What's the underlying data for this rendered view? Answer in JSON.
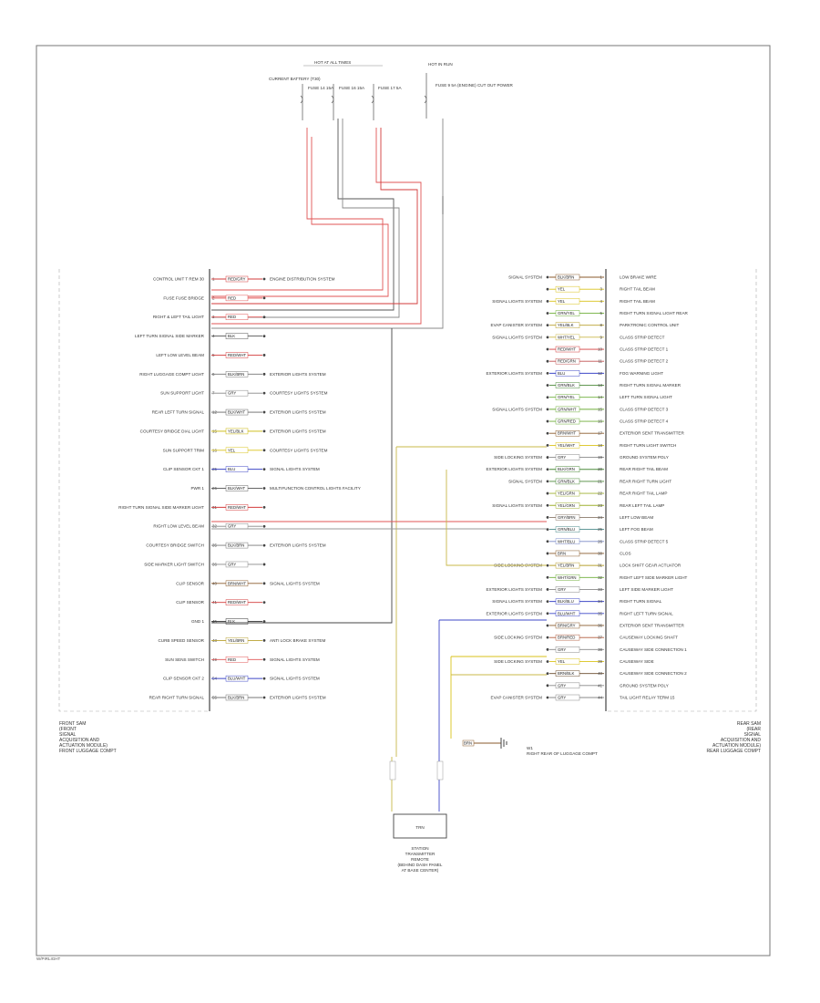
{
  "page_label": "W/PIRLIGHT",
  "fuse_block": {
    "title": "HOT AT ALL TIMES",
    "battery_label": "CURRENT BATTERY (T30)",
    "fuses": [
      {
        "id": "F14",
        "label": "FUSE 14 15A"
      },
      {
        "id": "F16",
        "label": "FUSE 16 15A"
      },
      {
        "id": "F17",
        "label": "FUSE 17 5A"
      }
    ],
    "hot_run": {
      "title": "HOT IN RUN",
      "fuse": "FUSE 9 5A (ENGINE) CUT OUT POWER"
    }
  },
  "left_module": {
    "name": "FRONT SAM",
    "footer": [
      "FRONT SAM",
      "(FRONT",
      "SIGNAL",
      "ACQUISITION AND",
      "ACTUATION MODULE)",
      "FRONT LUGGAGE COMPT"
    ],
    "rows": [
      {
        "label": "CONTROL UNIT T REM 30",
        "pin": "1",
        "wire": "RED/GRY",
        "color": "#d33b3b",
        "dest": "ENGINE DISTRIBUTION SYSTEM"
      },
      {
        "label": "FUSE FUSE BRIDGE",
        "pin": "2",
        "wire": "RED",
        "color": "#e05555",
        "dest": ""
      },
      {
        "label": "RIGHT & LEFT TAIL LIGHT",
        "pin": "3",
        "wire": "RED",
        "color": "#e05555",
        "dest": ""
      },
      {
        "label": "LEFT TURN SIGNAL SIDE MARKER",
        "pin": "4",
        "wire": "BLK",
        "color": "#555555",
        "dest": ""
      },
      {
        "label": "LEFT LOW LEVEL BEAM",
        "pin": "5",
        "wire": "RED/WHT",
        "color": "#d33b3b",
        "dest": ""
      },
      {
        "label": "RIGHT LUGGAGE COMPT LIGHT",
        "pin": "6",
        "wire": "BLK/BRN",
        "color": "#777777",
        "dest": "EXTERIOR LIGHTS SYSTEM"
      },
      {
        "label": "SUN SUPPORT LIGHT",
        "pin": "7",
        "wire": "GRY",
        "color": "#888888",
        "dest": "COURTESY LIGHTS SYSTEM"
      },
      {
        "label": "REAR LEFT TURN SIGNAL",
        "pin": "12",
        "wire": "BLK/WHT",
        "color": "#666666",
        "dest": "EXTERIOR LIGHTS SYSTEM"
      },
      {
        "label": "COURTESY BRIDGE DIAL LIGHT",
        "pin": "15",
        "wire": "YEL/BLK",
        "color": "#c8b400",
        "dest": "EXTERIOR LIGHTS SYSTEM"
      },
      {
        "label": "SUN SUPPORT TRIM",
        "pin": "16",
        "wire": "YEL",
        "color": "#d9c21a",
        "dest": "COURTESY LIGHTS SYSTEM"
      },
      {
        "label": "CLIP SENSOR CKT 1",
        "pin": "25",
        "wire": "BLU",
        "color": "#3f48c7",
        "dest": "SIGNAL LIGHTS SYSTEM"
      },
      {
        "label": "PWR 1",
        "pin": "26",
        "wire": "BLK/WHT",
        "color": "#666666",
        "dest": "MULTIFUNCTION CONTROL LIGHTS FACILITY"
      },
      {
        "label": "RIGHT TURN SIGNAL SIDE MARKER LIGHT",
        "pin": "31",
        "wire": "RED/WHT",
        "color": "#d33b3b",
        "dest": ""
      },
      {
        "label": "RIGHT LOW LEVEL BEAM",
        "pin": "32",
        "wire": "GRY",
        "color": "#888888",
        "dest": ""
      },
      {
        "label": "COURTESY BRIDGE SWITCH",
        "pin": "35",
        "wire": "BLK/BRN",
        "color": "#777777",
        "dest": "EXTERIOR LIGHTS SYSTEM"
      },
      {
        "label": "SIDE MARKER LIGHT SWITCH",
        "pin": "36",
        "wire": "GRY",
        "color": "#888888",
        "dest": ""
      },
      {
        "label": "CLIP SENSOR",
        "pin": "40",
        "wire": "BRN/WHT",
        "color": "#8a5a2b",
        "dest": "SIGNAL LIGHTS SYSTEM"
      },
      {
        "label": "CLIP SENSOR",
        "pin": "41",
        "wire": "RED/WHT",
        "color": "#d33b3b",
        "dest": ""
      },
      {
        "label": "GND 1",
        "pin": "45",
        "wire": "BLK",
        "color": "#333333",
        "dest": ""
      },
      {
        "label": "CURB SPEED SENSOR",
        "pin": "48",
        "wire": "YEL/BRN",
        "color": "#b8a030",
        "dest": "ANTI LOCK BRAKE SYSTEM"
      },
      {
        "label": "SUN SENS SWITCH",
        "pin": "49",
        "wire": "RED",
        "color": "#e05555",
        "dest": "SIGNAL LIGHTS SYSTEM"
      },
      {
        "label": "CLIP SENSOR CKT 2",
        "pin": "54",
        "wire": "BLU/WHT",
        "color": "#3f48c7",
        "dest": "SIGNAL LIGHTS SYSTEM"
      },
      {
        "label": "REAR RIGHT TURN SIGNAL",
        "pin": "55",
        "wire": "BLK/BRN",
        "color": "#777777",
        "dest": "EXTERIOR LIGHTS SYSTEM"
      }
    ]
  },
  "right_module": {
    "name": "REAR SAM",
    "footer": [
      "REAR SAM",
      "(REAR",
      "SIGNAL",
      "ACQUISITION AND",
      "ACTUATION MODULE)",
      "REAR LUGGAGE COMPT"
    ],
    "rows": [
      {
        "src": "SIGNAL SYSTEM",
        "pin": "1",
        "wire": "BLK/BRN",
        "color": "#8a5a2b",
        "label": "LOW BRAKE WIRE"
      },
      {
        "src": "",
        "pin": "3",
        "wire": "YEL",
        "color": "#d9c21a",
        "label": "RIGHT TAIL BEAM"
      },
      {
        "src": "SIGNAL LIGHTS SYSTEM",
        "pin": "4",
        "wire": "YEL",
        "color": "#d9c21a",
        "label": "RIGHT TAIL BEAM"
      },
      {
        "src": "",
        "pin": "5",
        "wire": "GRN/YEL",
        "color": "#6fae3a",
        "label": "RIGHT TURN SIGNAL LIGHT REAR"
      },
      {
        "src": "EVAP CANISTER SYSTEM",
        "pin": "8",
        "wire": "YEL/BLK",
        "color": "#b8a030",
        "label": "PARKTRONIC CONTROL UNIT"
      },
      {
        "src": "SIGNAL LIGHTS SYSTEM",
        "pin": "9",
        "wire": "WHT/YEL",
        "color": "#c9b84a",
        "label": "CLASS STRIP DETECT"
      },
      {
        "src": "",
        "pin": "10",
        "wire": "RED/WHT",
        "color": "#d33b3b",
        "label": "CLASS STRIP DETECT 1"
      },
      {
        "src": "",
        "pin": "11",
        "wire": "RED/GRN",
        "color": "#c05050",
        "label": "CLASS STRIP DETECT 2"
      },
      {
        "src": "EXTERIOR LIGHTS SYSTEM",
        "pin": "12",
        "wire": "BLU",
        "color": "#3f48c7",
        "label": "FOG WARNING LIGHT"
      },
      {
        "src": "",
        "pin": "13",
        "wire": "GRN/BLK",
        "color": "#4c8a3a",
        "label": "RIGHT TURN SIGNAL MARKER"
      },
      {
        "src": "",
        "pin": "14",
        "wire": "GRN/YEL",
        "color": "#6fae3a",
        "label": "LEFT TURN SIGNAL LIGHT"
      },
      {
        "src": "SIGNAL LIGHTS SYSTEM",
        "pin": "15",
        "wire": "GRN/WHT",
        "color": "#6fae3a",
        "label": "CLASS STRIP DETECT 3"
      },
      {
        "src": "",
        "pin": "16",
        "wire": "GRN/RED",
        "color": "#6fae3a",
        "label": "CLASS STRIP DETECT 4"
      },
      {
        "src": "",
        "pin": "17",
        "wire": "BRN/WHT",
        "color": "#8a5a2b",
        "label": "EXTERIOR SENT TRANSMITTER"
      },
      {
        "src": "",
        "pin": "18",
        "wire": "YEL/WHT",
        "color": "#d9c21a",
        "label": "RIGHT TURN LIGHT SWITCH"
      },
      {
        "src": "SIDE LOCKING SYSTEM",
        "pin": "19",
        "wire": "GRY",
        "color": "#888888",
        "label": "GROUND SYSTEM POLY"
      },
      {
        "src": "EXTERIOR LIGHTS SYSTEM",
        "pin": "20",
        "wire": "BLK/GRN",
        "color": "#4c8a3a",
        "label": "REAR RIGHT TAIL BEAM"
      },
      {
        "src": "SIGNAL SYSTEM",
        "pin": "21",
        "wire": "GRN/BLK",
        "color": "#4c8a3a",
        "label": "REAR RIGHT TURN LIGHT"
      },
      {
        "src": "",
        "pin": "22",
        "wire": "YEL/GRN",
        "color": "#9fb030",
        "label": "REAR RIGHT TAIL LAMP"
      },
      {
        "src": "SIGNAL LIGHTS SYSTEM",
        "pin": "23",
        "wire": "YEL/GRN",
        "color": "#9fb030",
        "label": "REAR LEFT TAIL LAMP"
      },
      {
        "src": "",
        "pin": "24",
        "wire": "GRY/BRN",
        "color": "#8a7a6a",
        "label": "LEFT LOW BEAM"
      },
      {
        "src": "",
        "pin": "25",
        "wire": "GRN/BLU",
        "color": "#4a8a8a",
        "label": "LEFT FOG BEAM"
      },
      {
        "src": "",
        "pin": "26",
        "wire": "WHT/BLU",
        "color": "#7a8ac7",
        "label": "CLASS STRIP DETECT 5"
      },
      {
        "src": "",
        "pin": "30",
        "wire": "BRN",
        "color": "#8a5a2b",
        "label": "CLOS"
      },
      {
        "src": "SIDE LOCKING SYSTEM",
        "pin": "31",
        "wire": "YEL/BRN",
        "color": "#b8a030",
        "label": "LOCK SHIFT GEAR ACTUATOR"
      },
      {
        "src": "",
        "pin": "32",
        "wire": "WHT/GRN",
        "color": "#6fae3a",
        "label": "RIGHT LEFT SIDE MARKER LIGHT"
      },
      {
        "src": "EXTERIOR LIGHTS SYSTEM",
        "pin": "33",
        "wire": "GRY",
        "color": "#888888",
        "label": "LEFT SIDE MARKER LIGHT"
      },
      {
        "src": "SIGNAL LIGHTS SYSTEM",
        "pin": "34",
        "wire": "BLK/BLU",
        "color": "#3f48c7",
        "label": "RIGHT TURN SIGNAL"
      },
      {
        "src": "EXTERIOR LIGHTS SYSTEM",
        "pin": "35",
        "wire": "BLU/WHT",
        "color": "#3f48c7",
        "label": "RIGHT LEFT TURN SIGNAL"
      },
      {
        "src": "",
        "pin": "36",
        "wire": "BRN/GRY",
        "color": "#8a5a2b",
        "label": "EXTERIOR SENT TRANSMITTER"
      },
      {
        "src": "SIDE LOCKING SYSTEM",
        "pin": "37",
        "wire": "BRN/RED",
        "color": "#b05a3b",
        "label": "CAUSEWAY LOCKING SHAFT"
      },
      {
        "src": "",
        "pin": "38",
        "wire": "GRY",
        "color": "#888888",
        "label": "CAUSEWAY SIDE CONNECTION 1"
      },
      {
        "src": "SIDE LOCKING SYSTEM",
        "pin": "39",
        "wire": "YEL",
        "color": "#d9c21a",
        "label": "CAUSEWAY SIDE"
      },
      {
        "src": "",
        "pin": "40",
        "wire": "BRN/BLK",
        "color": "#6a4a2b",
        "label": "CAUSEWAY SIDE CONNECTION 2"
      },
      {
        "src": "",
        "pin": "41",
        "wire": "GRY",
        "color": "#888888",
        "label": "GROUND SYSTEM POLY"
      },
      {
        "src": "EVAP CANISTER SYSTEM",
        "pin": "44",
        "wire": "GRY",
        "color": "#888888",
        "label": "TAIL LIGHT RELAY TERM 15"
      }
    ]
  },
  "ground": {
    "wire": "BRN",
    "label": "W1",
    "desc": "RIGHT REAR OF LUGGAGE COMPT"
  },
  "bottom_block": {
    "inner_label": "TRN",
    "desc": [
      "STATION",
      "TRANSMITTER",
      "REMOTE",
      "(BEHIND DASH PANEL",
      "AT BASE CENTER)"
    ]
  }
}
